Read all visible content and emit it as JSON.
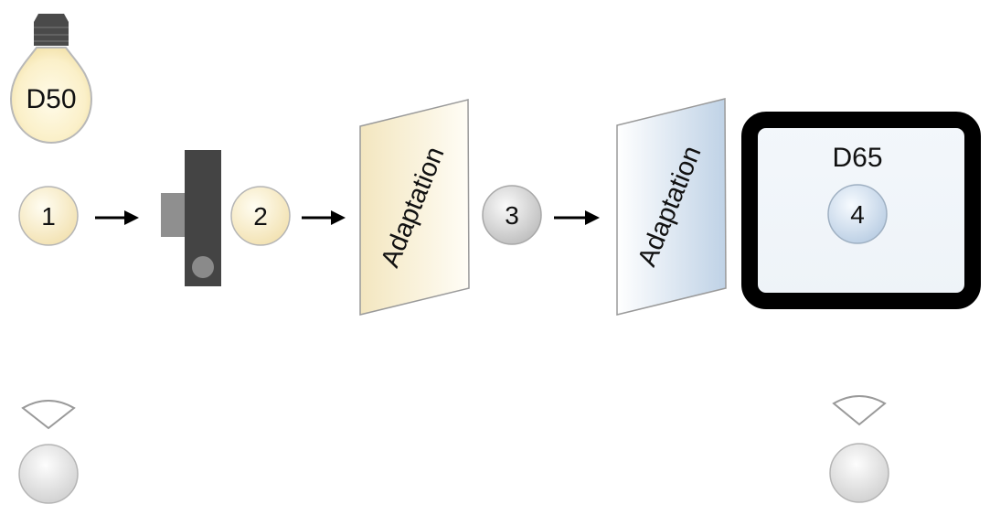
{
  "labels": {
    "bulb_illuminant": "D50",
    "step_1": "1",
    "step_2": "2",
    "step_3": "3",
    "step_4": "4",
    "adaptation_panel_1": "Adaptation",
    "adaptation_panel_2": "Adaptation",
    "monitor_illuminant": "D65"
  },
  "icons": {
    "light_source": "light-bulb-icon",
    "camera": "camera-icon",
    "display": "monitor-icon",
    "observer": "eye-icon",
    "arrow": "arrow-right-icon"
  },
  "colors": {
    "warm_d50": "#f7e6b4",
    "cool_d65": "#c7d8ea",
    "neutral": "#d9d9d9",
    "stroke": "#8a8a8a",
    "dark": "#3e3e3e",
    "black": "#000000"
  }
}
